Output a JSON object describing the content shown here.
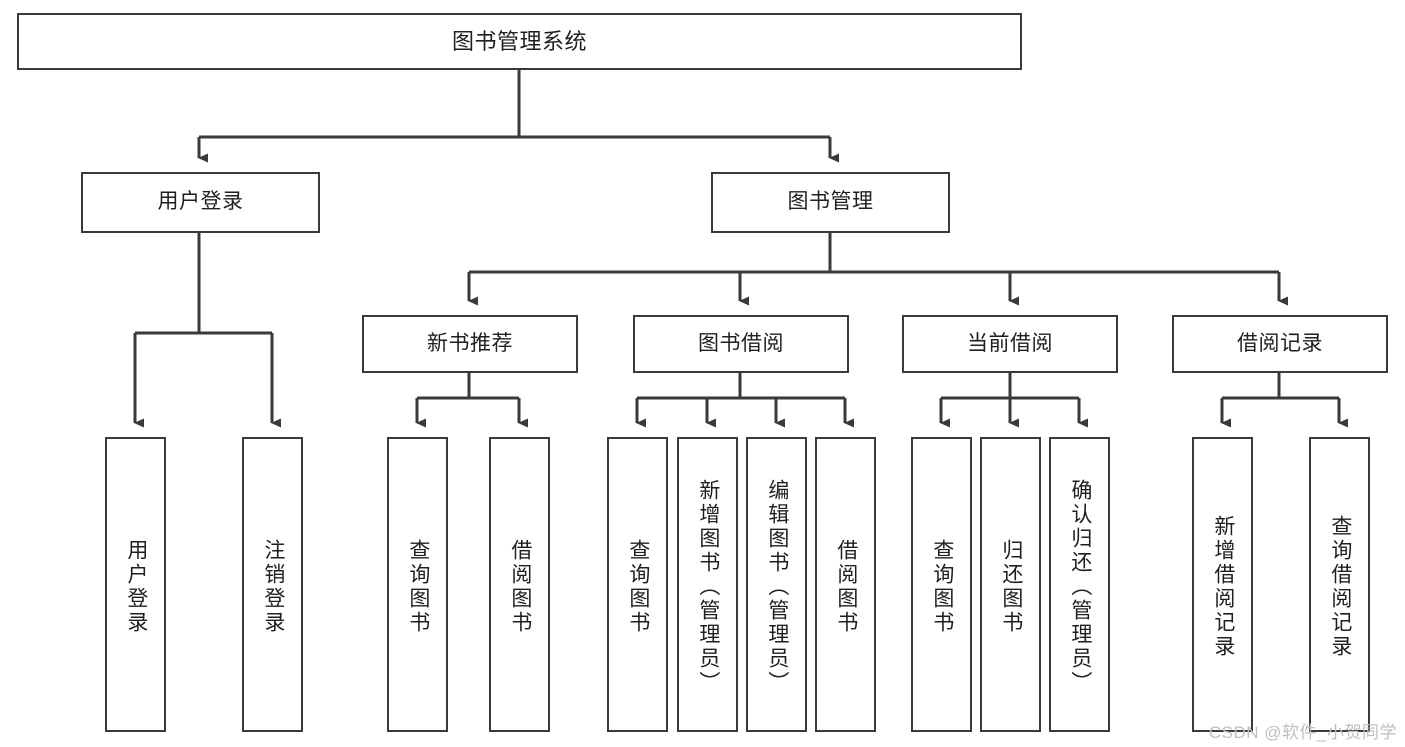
{
  "diagram": {
    "type": "tree-hierarchy",
    "title": "图书管理系统",
    "root": {
      "id": "root",
      "label": "图书管理系统",
      "level": 1
    },
    "level2": [
      {
        "id": "user-login",
        "label": "用户登录"
      },
      {
        "id": "book-management",
        "label": "图书管理"
      }
    ],
    "level3": [
      {
        "id": "new-book-recommend",
        "label": "新书推荐",
        "parent": "book-management"
      },
      {
        "id": "book-borrow",
        "label": "图书借阅",
        "parent": "book-management"
      },
      {
        "id": "current-borrow",
        "label": "当前借阅",
        "parent": "book-management"
      },
      {
        "id": "borrow-record",
        "label": "借阅记录",
        "parent": "book-management"
      }
    ],
    "leaves": [
      {
        "id": "leaf-user-login",
        "label": "用户登录",
        "parent": "user-login"
      },
      {
        "id": "leaf-logout-login",
        "label": "注销登录",
        "parent": "user-login"
      },
      {
        "id": "leaf-query-book-1",
        "label": "查询图书",
        "parent": "new-book-recommend"
      },
      {
        "id": "leaf-borrow-book-1",
        "label": "借阅图书",
        "parent": "new-book-recommend"
      },
      {
        "id": "leaf-query-book-2",
        "label": "查询图书",
        "parent": "book-borrow"
      },
      {
        "id": "leaf-add-book",
        "label": "新增图书（管理员）",
        "parent": "book-borrow"
      },
      {
        "id": "leaf-edit-book",
        "label": "编辑图书（管理员）",
        "parent": "book-borrow"
      },
      {
        "id": "leaf-borrow-book-2",
        "label": "借阅图书",
        "parent": "book-borrow"
      },
      {
        "id": "leaf-query-book-3",
        "label": "查询图书",
        "parent": "current-borrow"
      },
      {
        "id": "leaf-return-book",
        "label": "归还图书",
        "parent": "current-borrow"
      },
      {
        "id": "leaf-confirm-return",
        "label": "确认归还（管理员）",
        "parent": "current-borrow"
      },
      {
        "id": "leaf-add-record",
        "label": "新增借阅记录",
        "parent": "borrow-record"
      },
      {
        "id": "leaf-query-record",
        "label": "查询借阅记录",
        "parent": "borrow-record"
      }
    ],
    "colors": {
      "border": "#3a3a3a",
      "background": "#ffffff",
      "text": "#1f1f1f",
      "connector": "#3a3a3a",
      "watermark": "#bfbfbf"
    }
  },
  "watermark": {
    "text": "CSDN @软件_小贺同学"
  }
}
